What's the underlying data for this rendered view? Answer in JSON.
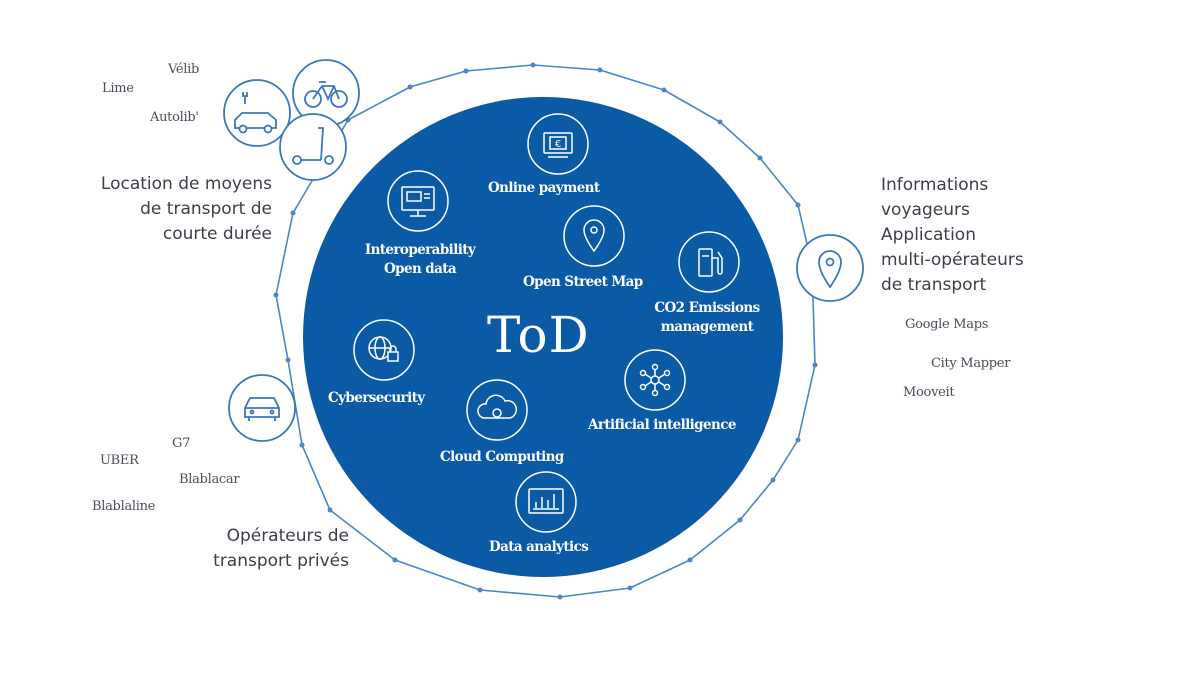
{
  "center": {
    "title": "ToD"
  },
  "features": {
    "online_payment": "Online payment",
    "open_street_map": "Open Street Map",
    "interoperability": [
      "Interoperability",
      "Open data"
    ],
    "co2": [
      "CO2 Emissions",
      "management"
    ],
    "cybersecurity": "Cybersecurity",
    "cloud_computing": "Cloud Computing",
    "artificial_intelligence": "Artificial intelligence",
    "data_analytics": "Data analytics"
  },
  "groups": {
    "short_term_rental": {
      "title": [
        "Location de moyens",
        "de transport de",
        "courte durée"
      ],
      "brands": [
        "Vélib",
        "Lime",
        "Autolib'"
      ],
      "icons": [
        "bicycle-icon",
        "electric-car-icon",
        "scooter-icon"
      ]
    },
    "traveler_info": {
      "title": [
        "Informations",
        "voyageurs",
        "Application",
        "multi-opérateurs",
        "de transport"
      ],
      "brands": [
        "Google Maps",
        "City Mapper",
        "Mooveit"
      ],
      "icons": [
        "location-pin-icon"
      ]
    },
    "private_operators": {
      "title": [
        "Opérateurs de",
        "transport privés"
      ],
      "brands": [
        "G7",
        "UBER",
        "Blablacar",
        "Blablaline"
      ],
      "icons": [
        "car-icon"
      ]
    }
  },
  "colors": {
    "primary_blue": "#0a5aa5",
    "ring_blue": "#4a86c8",
    "text_dark": "#3a3f4a",
    "background": "#ffffff"
  }
}
